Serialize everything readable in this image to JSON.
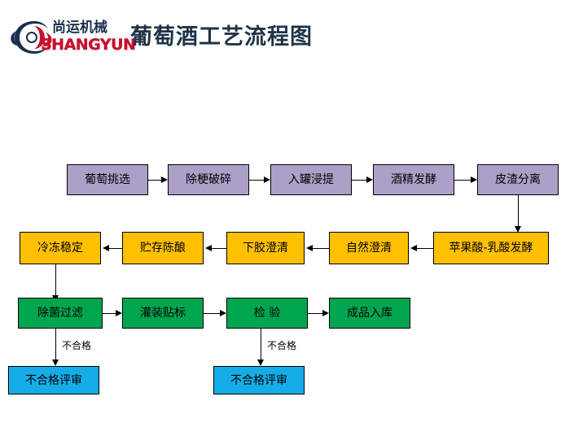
{
  "header": {
    "logo_cn": "尚运机械",
    "logo_en": "SHANGYUN",
    "logo_mark_name": "shangyun-swoosh-logo",
    "title": "葡萄酒工艺流程图",
    "brand_blue": "#1B2F4E",
    "brand_red": "#C8102E",
    "title_color": "#1F3347"
  },
  "palette": {
    "purple": "#ADA0C8",
    "orange": "#FFC000",
    "green": "#00A550",
    "blue": "#15ADE8",
    "border": "#000000"
  },
  "flow": {
    "row1": [
      {
        "label": "葡萄挑选"
      },
      {
        "label": "除梗破碎"
      },
      {
        "label": "入罐浸提"
      },
      {
        "label": "酒精发酵"
      },
      {
        "label": "皮渣分离"
      }
    ],
    "row2": [
      {
        "label": "冷冻稳定"
      },
      {
        "label": "贮存陈酿"
      },
      {
        "label": "下胶澄清"
      },
      {
        "label": "自然澄清"
      },
      {
        "label": "苹果酸-乳酸发酵"
      }
    ],
    "row3": [
      {
        "label": "除菌过滤"
      },
      {
        "label": "灌装贴标"
      },
      {
        "label": "检  验"
      },
      {
        "label": "成品入库"
      }
    ],
    "row4": [
      {
        "label": "不合格评审"
      },
      {
        "label": "不合格评审"
      }
    ],
    "edge_labels": [
      {
        "label": "不合格"
      },
      {
        "label": "不合格"
      }
    ]
  }
}
